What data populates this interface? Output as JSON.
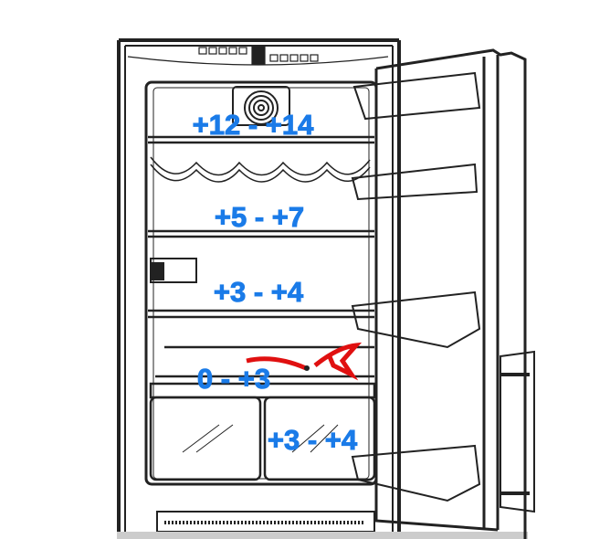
{
  "zones": [
    {
      "id": "top-shelf",
      "label": "+12 - +14"
    },
    {
      "id": "upper-middle-shelf",
      "label": "+5 - +7"
    },
    {
      "id": "lower-middle-shelf",
      "label": "+3 - +4"
    },
    {
      "id": "chill-zone",
      "label": "0 - +3"
    },
    {
      "id": "crisper-drawer",
      "label": "+3 - +4"
    }
  ],
  "colors": {
    "label": "#1a7be8",
    "line": "#222222",
    "marker": "#e01010"
  }
}
